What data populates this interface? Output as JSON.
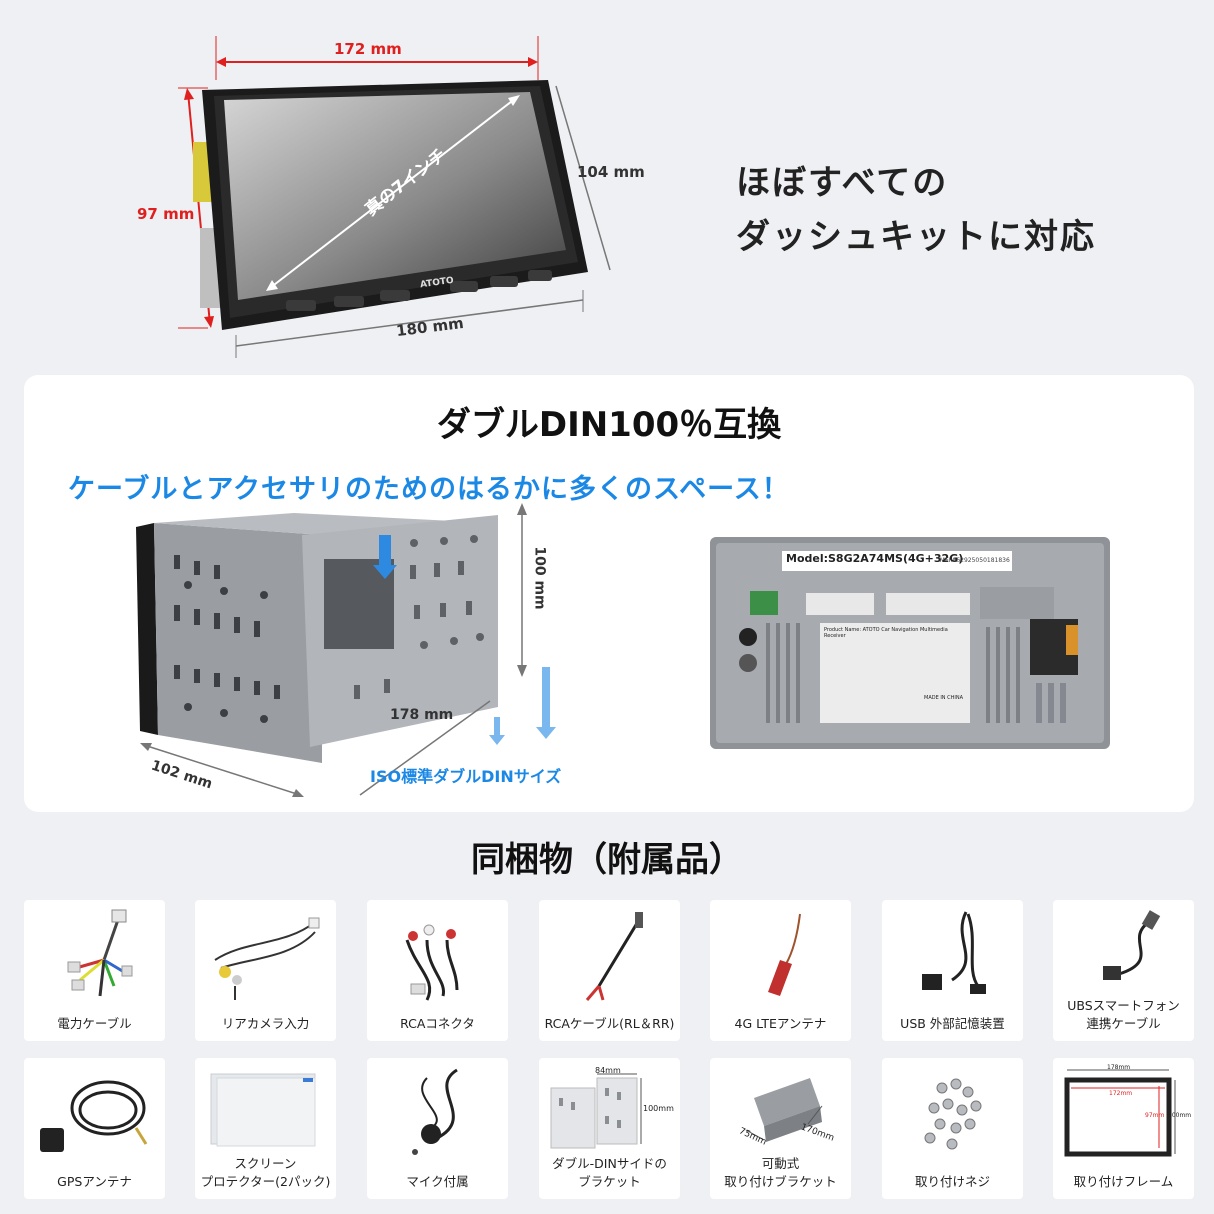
{
  "top": {
    "dim_top": "172 mm",
    "dim_left": "97 mm",
    "dim_right": "104 mm",
    "dim_bottom": "180 mm",
    "screen_diag_text": "真の7インチ",
    "brand": "ATOTO",
    "headline_line1": "ほぼすべての",
    "headline_line2": "ダッシュキットに対応"
  },
  "card": {
    "title": "ダブルDIN100％互換",
    "subtitle": "ケーブルとアクセサリのためのはるかに多くのスペース！",
    "dim_height": "100 mm",
    "dim_depth": "178 mm",
    "dim_width": "102 mm",
    "iso_label": "ISO標準ダブルDINサイズ",
    "model_label": "Model:S8G2A74MS(4G+32G)",
    "imei": "IMEI:862925050181836",
    "product_name": "Product Name: ATOTO Car Navigation Multimedia Receiver",
    "made_in": "MADE IN CHINA"
  },
  "accessories": {
    "title": "同梱物（附属品）",
    "items": [
      {
        "label": "電力ケーブル",
        "icon": "power-cable-icon"
      },
      {
        "label": "リアカメラ入力",
        "icon": "rear-camera-input-icon"
      },
      {
        "label": "RCAコネクタ",
        "icon": "rca-connector-icon"
      },
      {
        "label": "RCAケーブル(RL＆RR)",
        "icon": "rca-cable-icon"
      },
      {
        "label": "4G LTEアンテナ",
        "icon": "lte-antenna-icon"
      },
      {
        "label": "USB 外部記憶装置",
        "icon": "usb-cable-icon"
      },
      {
        "label": "UBSスマートフォン\n連携ケーブル",
        "icon": "smartphone-cable-icon"
      },
      {
        "label": "GPSアンテナ",
        "icon": "gps-antenna-icon"
      },
      {
        "label": "スクリーン\nプロテクター(2パック)",
        "icon": "screen-protector-icon"
      },
      {
        "label": "マイク付属",
        "icon": "microphone-icon"
      },
      {
        "label": "ダブル-DINサイドの\nブラケット",
        "icon": "side-bracket-icon"
      },
      {
        "label": "可動式\n取り付けブラケット",
        "icon": "movable-bracket-icon"
      },
      {
        "label": "取り付けネジ",
        "icon": "screws-icon"
      },
      {
        "label": "取り付けフレーム",
        "icon": "frame-icon"
      }
    ],
    "bracket_w": "84mm",
    "bracket_h": "100mm",
    "movable_w": "75mm",
    "movable_h": "170mm",
    "frame_w1": "178mm",
    "frame_w2": "172mm",
    "frame_h1": "97mm",
    "frame_h2": "100mm"
  },
  "colors": {
    "accent_blue": "#1b88e6",
    "dim_red": "#e01f1f",
    "background": "#eef0f3"
  }
}
